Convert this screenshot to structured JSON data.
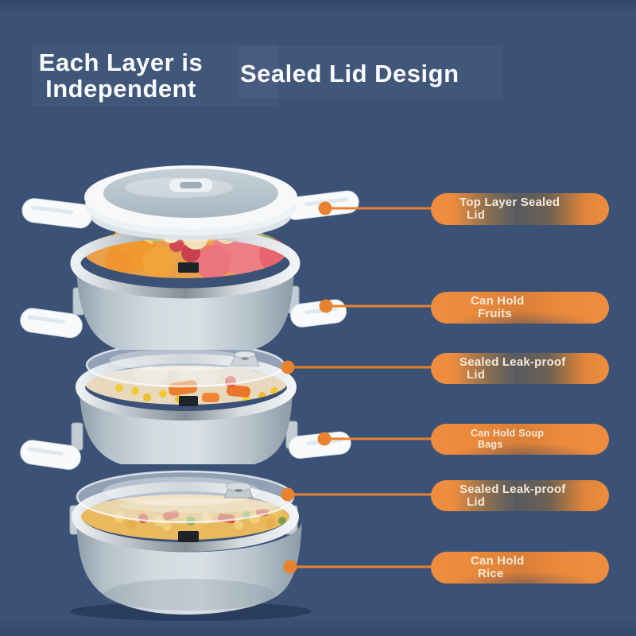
{
  "colors": {
    "background": "#3b5176",
    "accent_orange": "#ee8a3e",
    "leader_line_orange": "#e8822e",
    "pill_text": "#f7e9d8",
    "heading_text": "#fafbfd",
    "bowl_gray": "#bcc8d1",
    "latch_white": "#f8fafc",
    "rim_silver": "#c2c9ce"
  },
  "headings": {
    "left_line1": "Each Layer is",
    "left_line2": "Independent",
    "right": "Sealed Lid Design"
  },
  "callouts": [
    {
      "line1": "Top Layer Sealed",
      "line2": "Lid"
    },
    {
      "line1": "Can Hold",
      "line2": "Fruits"
    },
    {
      "line1": "Sealed Leak-proof",
      "line2": "Lid"
    },
    {
      "line1": "Can Hold Soup",
      "line2": "Bags"
    },
    {
      "line1": "Sealed Leak-proof",
      "line2": "Lid"
    },
    {
      "line1": "Can Hold",
      "line2": "Rice"
    }
  ]
}
